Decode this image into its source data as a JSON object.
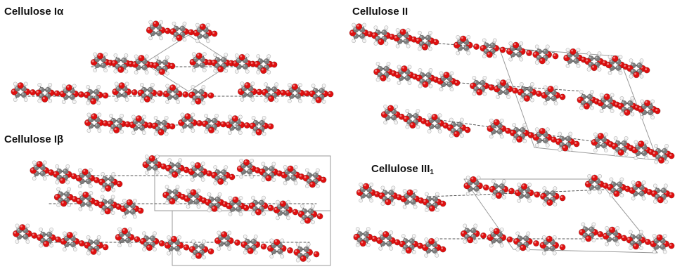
{
  "labels": {
    "cellulose_ia": "Cellulose Iα",
    "cellulose_ib": "Cellulose Iβ",
    "cellulose_ii": "Cellulose II",
    "cellulose_iii_base": "Cellulose III",
    "cellulose_iii_sub": "1"
  },
  "colors": {
    "carbon": "#7d7d7d",
    "oxygen": "#e01010",
    "hydrogen": "#f2f2f2",
    "bond": "#6a6a6a",
    "hbond": "#555555",
    "cell": "#9a9a9a"
  }
}
